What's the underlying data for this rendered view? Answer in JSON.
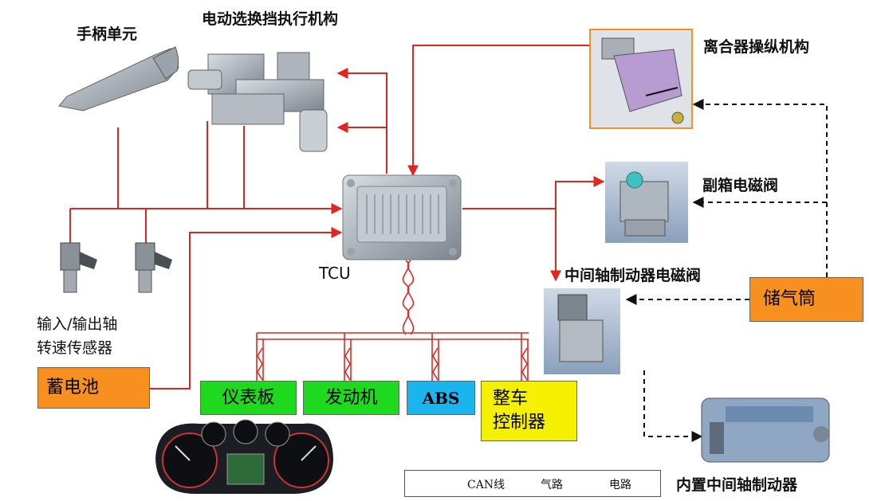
{
  "components": {
    "handle_unit": "手柄单元",
    "shift_actuator": "电动选换挡执行机构",
    "clutch_actuator": "离合器操纵机构",
    "splitter_valve": "副箱电磁阀",
    "brake_valve": "中间轴制动器电磁阀",
    "speed_sensor": "输入/输出轴\n转速传感器",
    "tcu": "TCU",
    "brake_internal": "内置中间轴制动器"
  },
  "boxes": {
    "battery": "蓄电池",
    "air_tank": "储气筒",
    "dashboard": "仪表板",
    "engine": "发动机",
    "abs": "ABS",
    "vcu": "整车\n控制器"
  },
  "legend": {
    "can": "CAN线",
    "air": "气路",
    "elec": "电路"
  },
  "colors": {
    "wire": "#e0261f",
    "orange": "#f7901e",
    "green": "#1ed91e",
    "cyan": "#1ab4ef",
    "yellow": "#f5f000"
  }
}
